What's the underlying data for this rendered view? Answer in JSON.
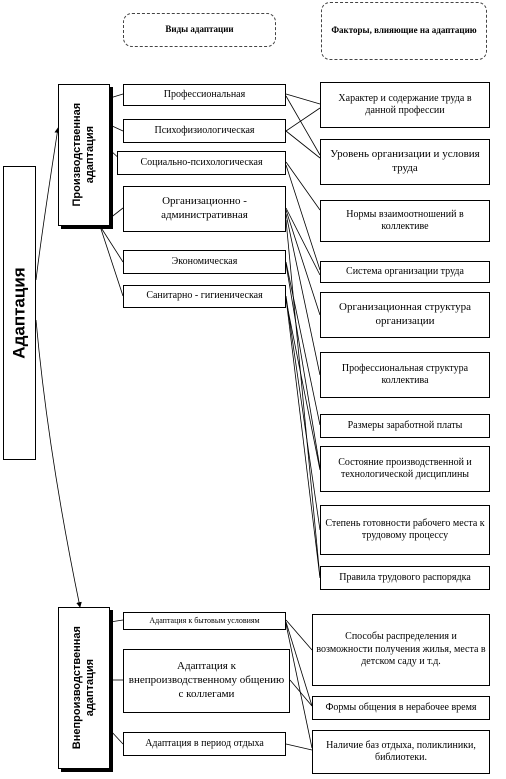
{
  "headers": {
    "types": "Виды адаптации",
    "factors": "Факторы, влияющие на адаптацию"
  },
  "main": "Адаптация",
  "groups": {
    "production": "Производственная адаптация",
    "nonproduction": "Внепроизводственная адаптация"
  },
  "production_types": [
    "Профессиональная",
    "Психофизиологическая",
    "Социально-психологическая",
    "Организационно - административная",
    "Экономическая",
    "Санитарно - гигиеническая"
  ],
  "production_factors": [
    "Характер и содержание труда в данной профессии",
    "Уровень организации и условия труда",
    "Нормы взаимоотношений в коллективе",
    "Система организации труда",
    "Организационная структура организации",
    "Профессиональная структура коллектива",
    "Размеры заработной платы",
    "Состояние производственной и технологической дисциплины",
    "Степень готовности рабочего места к трудовому процессу",
    "Правила трудового распорядка"
  ],
  "nonproduction_types": [
    "Адаптация к бытовым условиям",
    "Адаптация к внепроизводственному общению с коллегами",
    "Адаптация в период отдыха"
  ],
  "nonproduction_factors": [
    "Способы распределения и возможности получения жилья, места в детском саду и т.д.",
    "Формы общения в нерабочее время",
    "Наличие баз отдыха, поликлиники, библиотеки."
  ]
}
